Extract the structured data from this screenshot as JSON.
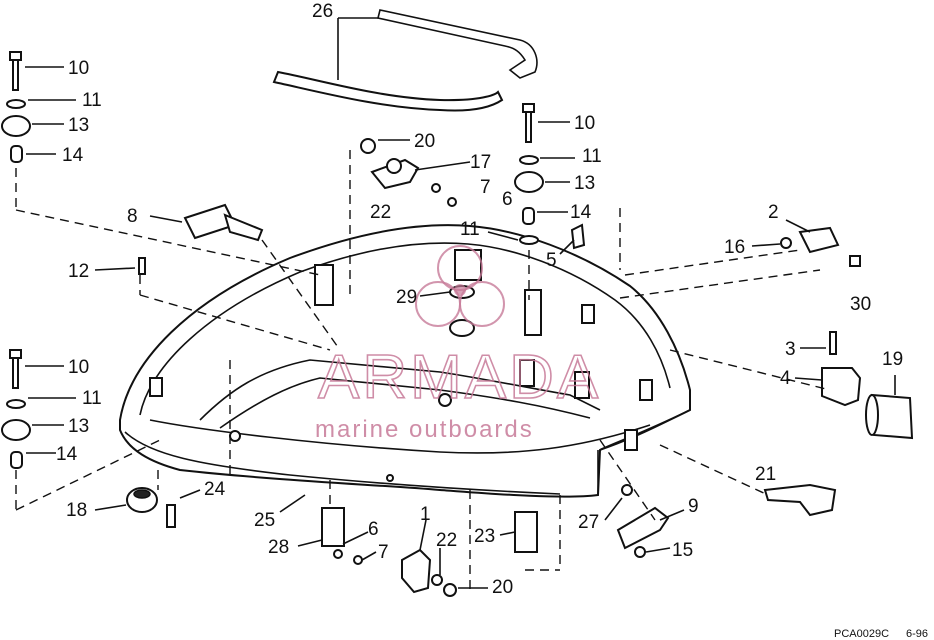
{
  "callouts": [
    {
      "id": "c26",
      "text": "26"
    },
    {
      "id": "c10a",
      "text": "10"
    },
    {
      "id": "c11a",
      "text": "11"
    },
    {
      "id": "c13a",
      "text": "13"
    },
    {
      "id": "c14a",
      "text": "14"
    },
    {
      "id": "c20a",
      "text": "20"
    },
    {
      "id": "c17",
      "text": "17"
    },
    {
      "id": "c7a",
      "text": "7"
    },
    {
      "id": "c6a",
      "text": "6"
    },
    {
      "id": "c22a",
      "text": "22"
    },
    {
      "id": "c10b",
      "text": "10"
    },
    {
      "id": "c11b",
      "text": "11"
    },
    {
      "id": "c13b",
      "text": "13"
    },
    {
      "id": "c14b",
      "text": "14"
    },
    {
      "id": "c11c",
      "text": "11"
    },
    {
      "id": "c5",
      "text": "5"
    },
    {
      "id": "c8",
      "text": "8"
    },
    {
      "id": "c2",
      "text": "2"
    },
    {
      "id": "c16",
      "text": "16"
    },
    {
      "id": "c30",
      "text": "30"
    },
    {
      "id": "c12",
      "text": "12"
    },
    {
      "id": "c29",
      "text": "29"
    },
    {
      "id": "c3",
      "text": "3"
    },
    {
      "id": "c4",
      "text": "4"
    },
    {
      "id": "c19",
      "text": "19"
    },
    {
      "id": "c10c",
      "text": "10"
    },
    {
      "id": "c11d",
      "text": "11"
    },
    {
      "id": "c13c",
      "text": "13"
    },
    {
      "id": "c14c",
      "text": "14"
    },
    {
      "id": "c21",
      "text": "21"
    },
    {
      "id": "c18",
      "text": "18"
    },
    {
      "id": "c24",
      "text": "24"
    },
    {
      "id": "c25",
      "text": "25"
    },
    {
      "id": "c9",
      "text": "9"
    },
    {
      "id": "c27",
      "text": "27"
    },
    {
      "id": "c6b",
      "text": "6"
    },
    {
      "id": "c28",
      "text": "28"
    },
    {
      "id": "c7b",
      "text": "7"
    },
    {
      "id": "c1",
      "text": "1"
    },
    {
      "id": "c22b",
      "text": "22"
    },
    {
      "id": "c23",
      "text": "23"
    },
    {
      "id": "c15",
      "text": "15"
    },
    {
      "id": "c20b",
      "text": "20"
    }
  ],
  "watermark": {
    "brand": "ARMADA",
    "tagline": "marine outboards",
    "color": "#c77a98"
  },
  "footer": {
    "code": "PCA0029C",
    "date": "6-96"
  }
}
